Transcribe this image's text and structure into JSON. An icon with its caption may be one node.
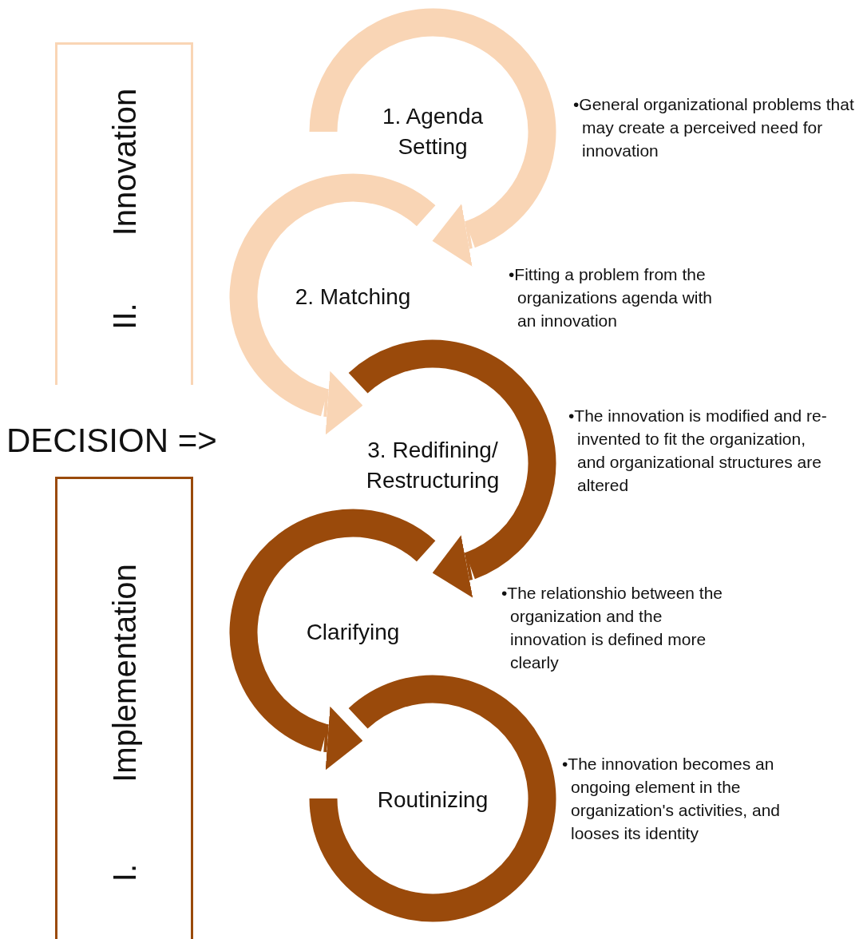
{
  "diagram": {
    "nodes": [
      {
        "text": [
          "II.",
          "Innovation"
        ]
      },
      {
        "text": [
          "I.",
          "Implementation"
        ]
      },
      {
        "text": [
          "1. Agenda Setting"
        ]
      },
      {
        "text": [
          "2. Matching"
        ]
      },
      {
        "text": [
          "3. Redifining/ Restructuring"
        ]
      },
      {
        "text": [
          "Clarifying"
        ]
      },
      {
        "text": [
          "Routinizing"
        ]
      }
    ],
    "edges": [
      {
        "from": 2,
        "to": 3,
        "arrow": "to",
        "color": "#f9d5b5"
      },
      {
        "from": 3,
        "to": 4,
        "arrow": "to",
        "color": "#f9d5b5"
      },
      {
        "from": 4,
        "to": 5,
        "arrow": "to",
        "color": "#9a4a0b"
      },
      {
        "from": 5,
        "to": 6,
        "arrow": "to",
        "color": "#9a4a0b"
      }
    ],
    "labels": [
      "•General organizational problems that may create a perceived need for innovation",
      "•Fitting a problem from the organizations agenda with an innovation",
      "•The innovation is modified and re-invented to fit the organization, and organizational structures are altered",
      "DECISION =>",
      "•The relationshio between the organization and the innovation is defined more clearly",
      "•The innovation becomes an ongoing element in the organization's activities, and looses its identity"
    ]
  }
}
